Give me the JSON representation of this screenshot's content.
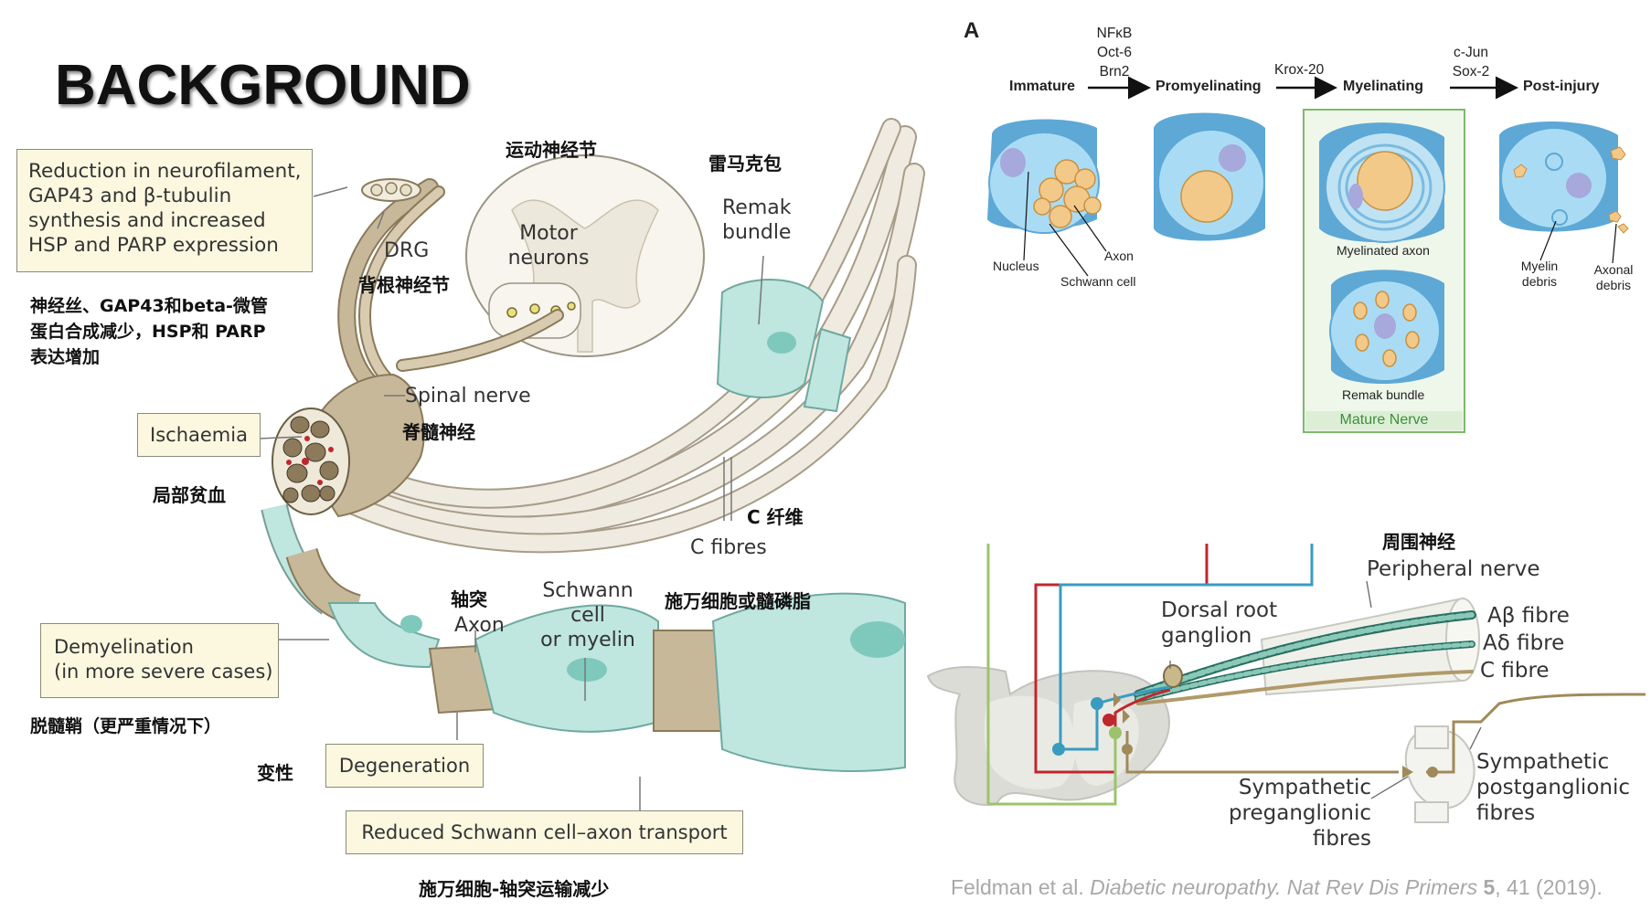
{
  "title": "BACKGROUND",
  "left_diagram": {
    "callout_reduction": [
      "Reduction in neurofilament,",
      "GAP43 and β-tubulin",
      "synthesis and increased",
      "HSP and PARP expression"
    ],
    "zh_reduction": [
      "神经丝、GAP43和beta-微管",
      "蛋白合成减少，HSP和 PARP",
      "表达增加"
    ],
    "motor_ganglion_zh": "运动神经节",
    "remak_zh": "雷马克包",
    "remak_bundle": [
      "Remak",
      "bundle"
    ],
    "motor_neurons": [
      "Motor",
      "neurons"
    ],
    "drg": "DRG",
    "drg_zh": "背根神经节",
    "spinal_nerve": "Spinal nerve",
    "spinal_nerve_zh": "脊髓神经",
    "ischaemia": "Ischaemia",
    "ischaemia_zh": "局部贫血",
    "c_fibre_zh": "C 纤维",
    "c_fibres": "C fibres",
    "axon_zh": "轴突",
    "axon": "Axon",
    "schwann_myelin": [
      "Schwann cell",
      "or myelin"
    ],
    "schwann_myelin_zh": "施万细胞或髓磷脂",
    "demyelination": [
      "Demyelination",
      "(in more severe cases)"
    ],
    "demyelination_zh": "脱髓鞘（更严重情况下）",
    "degeneration": "Degeneration",
    "degeneration_zh": "变性",
    "reduced_transport": "Reduced Schwann cell–axon transport",
    "reduced_transport_zh": "施万细胞-轴突运输减少"
  },
  "panel_a": {
    "letter": "A",
    "stages": [
      "Immature",
      "Promyelinating",
      "Myelinating",
      "Post-injury"
    ],
    "factors_1": [
      "NFκB",
      "Oct-6",
      "Brn2"
    ],
    "factors_2": [
      "Krox-20"
    ],
    "factors_3": [
      "c-Jun",
      "Sox-2"
    ],
    "labels": {
      "nucleus": "Nucleus",
      "axon": "Axon",
      "schwann_cell": "Schwann cell",
      "myelinated_axon": "Myelinated axon",
      "remak_bundle": "Remak bundle",
      "mature_nerve": "Mature Nerve",
      "myelin_debris": [
        "Myelin",
        "debris"
      ],
      "axonal_debris": [
        "Axonal",
        "debris"
      ]
    }
  },
  "spinal_panel": {
    "peripheral_nerve_zh": "周围神经",
    "peripheral_nerve": "Peripheral nerve",
    "dorsal_root_ganglion": [
      "Dorsal root",
      "ganglion"
    ],
    "a_beta": "Aβ fibre",
    "a_delta": "Aδ fibre",
    "c_fibre": "C fibre",
    "sympathetic_pre": [
      "Sympathetic",
      "preganglionic fibres"
    ],
    "sympathetic_post": [
      "Sympathetic",
      "postganglionic",
      "fibres"
    ]
  },
  "citation": {
    "authors": "Feldman et al. ",
    "title": "Diabetic neuropathy. Nat Rev Dis Primers ",
    "volume": "5",
    "rest": ", 41 (2019)."
  },
  "colors": {
    "nerve_tan": "#c8b89a",
    "schwann_teal": "#bfe6df",
    "callout_fill": "#fcf8e0",
    "cell_blue": "#7ec5e8",
    "axon_orange": "#f3c98a",
    "mature_green": "#dcefd6",
    "red_fibre": "#c0272d",
    "blue_fibre": "#3a9bc1",
    "green_fibre": "#9bc46a",
    "tan_fibre": "#a08a5a"
  }
}
